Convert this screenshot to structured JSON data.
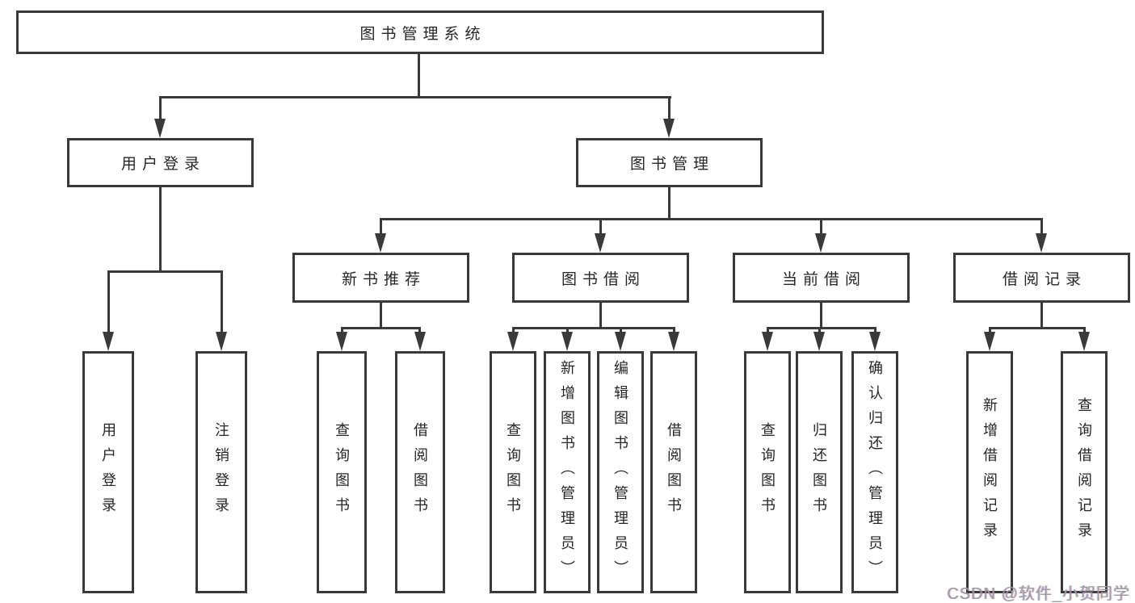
{
  "diagram": {
    "title": "图书管理系统",
    "watermark": "CSDN @软件_小贺同学",
    "colors": {
      "line": "#3a3a3a",
      "background": "#ffffff",
      "watermark": "#9b9ba1"
    },
    "tree": {
      "label": "图书管理系统",
      "children": [
        {
          "label": "用户登录",
          "children": [
            {
              "label": "用户登录"
            },
            {
              "label": "注销登录"
            }
          ]
        },
        {
          "label": "图书管理",
          "children": [
            {
              "label": "新书推荐",
              "children": [
                {
                  "label": "查询图书"
                },
                {
                  "label": "借阅图书"
                }
              ]
            },
            {
              "label": "图书借阅",
              "children": [
                {
                  "label": "查询图书"
                },
                {
                  "label": "新增图书（管理员）"
                },
                {
                  "label": "编辑图书（管理员）"
                },
                {
                  "label": "借阅图书"
                }
              ]
            },
            {
              "label": "当前借阅",
              "children": [
                {
                  "label": "查询图书"
                },
                {
                  "label": "归还图书"
                },
                {
                  "label": "确认归还（管理员）"
                }
              ]
            },
            {
              "label": "借阅记录",
              "children": [
                {
                  "label": "新增借阅记录"
                },
                {
                  "label": "查询借阅记录"
                }
              ]
            }
          ]
        }
      ]
    }
  }
}
